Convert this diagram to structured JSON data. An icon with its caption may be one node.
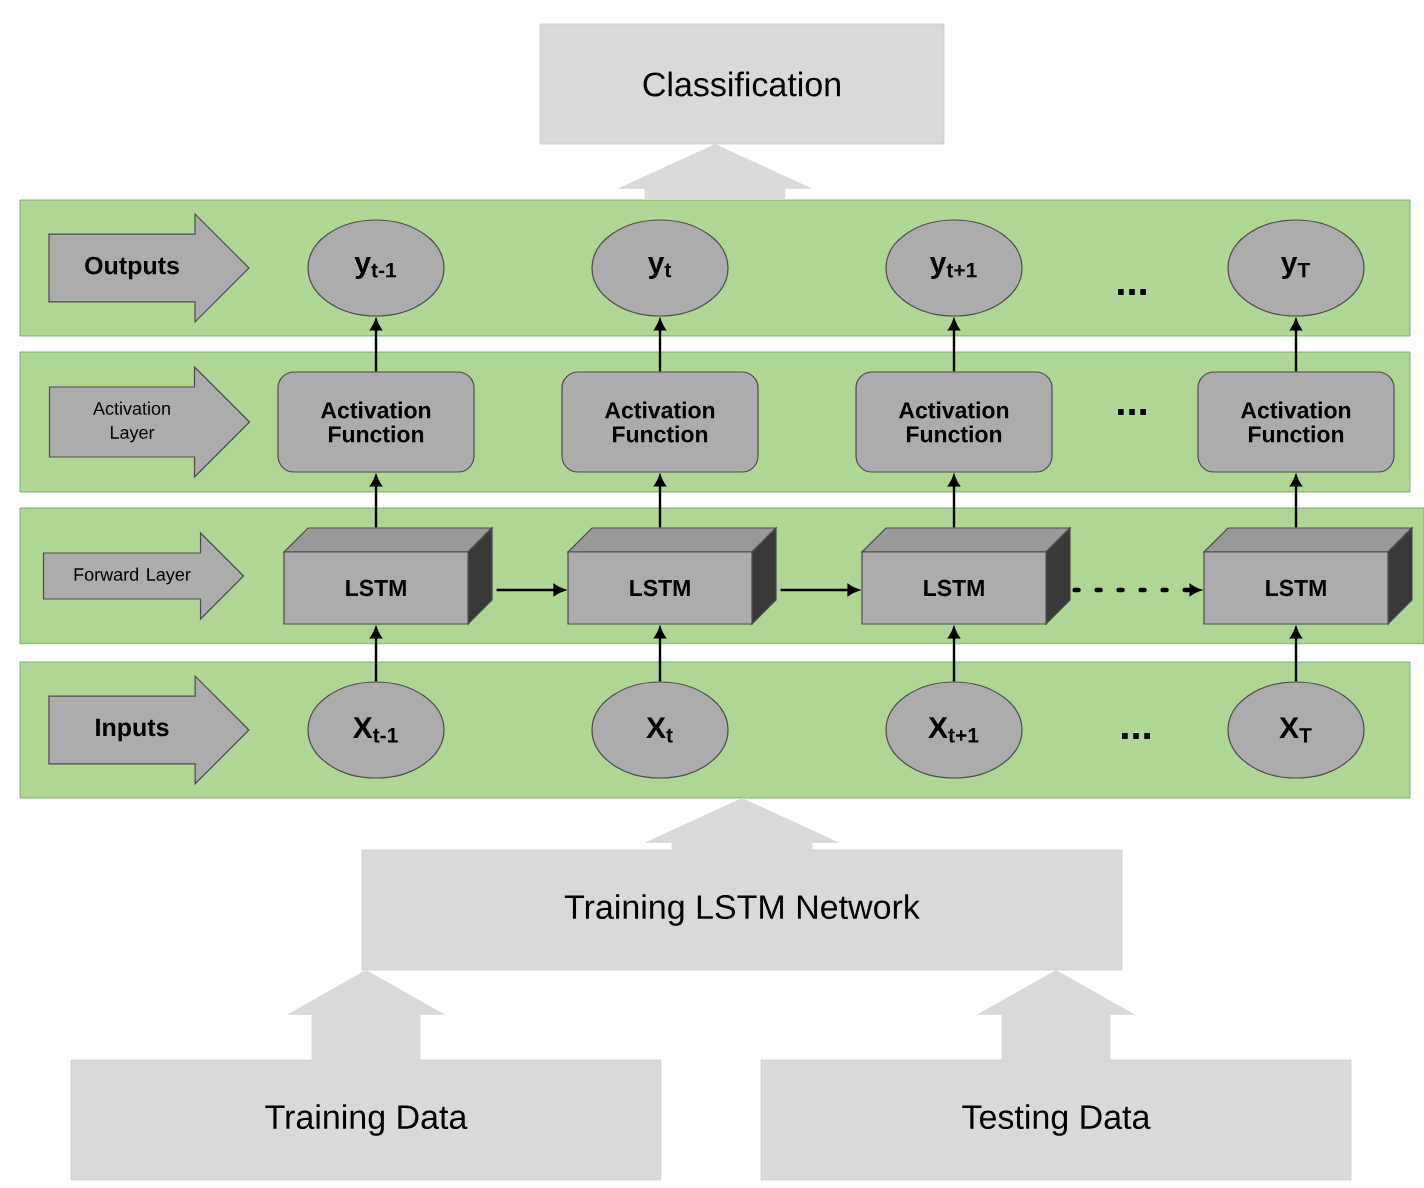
{
  "diagram": {
    "nodes": [
      {
        "text": [
          "Classification"
        ]
      },
      {
        "text": [],
        "shape": "band"
      },
      {
        "text": [
          "Outputs"
        ],
        "in": 1
      },
      {
        "text": [
          "y$_{t-1}$"
        ],
        "in": 1
      },
      {
        "text": [
          "y$_{t}$"
        ],
        "in": 1
      },
      {
        "text": [
          "y$_{t+1}$"
        ],
        "in": 1
      },
      {
        "text": [
          "y$_{T}$"
        ],
        "in": 1
      },
      {
        "text": [],
        "shape": "band"
      },
      {
        "text": [
          "Activation Layer"
        ],
        "in": 7
      },
      {
        "text": [
          "Activation Function"
        ],
        "in": 7
      },
      {
        "text": [
          "Activation Function"
        ],
        "in": 7
      },
      {
        "text": [
          "Activation Function"
        ],
        "in": 7
      },
      {
        "text": [
          "Activation Function"
        ],
        "in": 7
      },
      {
        "text": [],
        "shape": "band"
      },
      {
        "text": [
          "Forward Layer"
        ],
        "in": 13
      },
      {
        "text": [
          "LSTM"
        ],
        "in": 13
      },
      {
        "text": [
          "LSTM"
        ],
        "in": 13
      },
      {
        "text": [
          "LSTM"
        ],
        "in": 13
      },
      {
        "text": [
          "LSTM"
        ],
        "in": 13
      },
      {
        "text": [],
        "shape": "band"
      },
      {
        "text": [
          "Inputs"
        ],
        "in": 19
      },
      {
        "text": [
          "X$_{t-1}$"
        ],
        "in": 19
      },
      {
        "text": [
          "X$_{t}$"
        ],
        "in": 19
      },
      {
        "text": [
          "X$_{t+1}$"
        ],
        "in": 19
      },
      {
        "text": [
          "X$_{T}$"
        ],
        "in": 19
      },
      {
        "text": [
          "Training LSTM Network"
        ]
      },
      {
        "text": [
          "Training Data"
        ]
      },
      {
        "text": [
          "Testing Data"
        ]
      }
    ],
    "edges": [
      {
        "from": 21,
        "to": 15,
        "arrow": "to"
      },
      {
        "from": 22,
        "to": 16,
        "arrow": "to"
      },
      {
        "from": 23,
        "to": 17,
        "arrow": "to"
      },
      {
        "from": 24,
        "to": 18,
        "arrow": "to"
      },
      {
        "from": 15,
        "to": 9,
        "arrow": "to"
      },
      {
        "from": 16,
        "to": 10,
        "arrow": "to"
      },
      {
        "from": 17,
        "to": 11,
        "arrow": "to"
      },
      {
        "from": 18,
        "to": 12,
        "arrow": "to"
      },
      {
        "from": 9,
        "to": 3,
        "arrow": "to"
      },
      {
        "from": 10,
        "to": 4,
        "arrow": "to"
      },
      {
        "from": 11,
        "to": 5,
        "arrow": "to"
      },
      {
        "from": 12,
        "to": 6,
        "arrow": "to"
      },
      {
        "from": 15,
        "to": 16,
        "arrow": "to"
      },
      {
        "from": 16,
        "to": 17,
        "arrow": "to"
      },
      {
        "from": 17,
        "to": 18,
        "arrow": "to",
        "style": "dashed"
      },
      {
        "from": 26,
        "to": 25,
        "arrow": "to",
        "style": "thick",
        "color": "#d9d9d9"
      },
      {
        "from": 27,
        "to": 25,
        "arrow": "to",
        "style": "thick",
        "color": "#d9d9d9"
      },
      {
        "from": 25,
        "to": 19,
        "arrow": "to",
        "style": "thick",
        "color": "#d9d9d9"
      },
      {
        "from": 1,
        "to": 0,
        "arrow": "to",
        "style": "thick",
        "color": "#d9d9d9"
      }
    ],
    "labels": [
      "...",
      "...",
      "..."
    ]
  }
}
